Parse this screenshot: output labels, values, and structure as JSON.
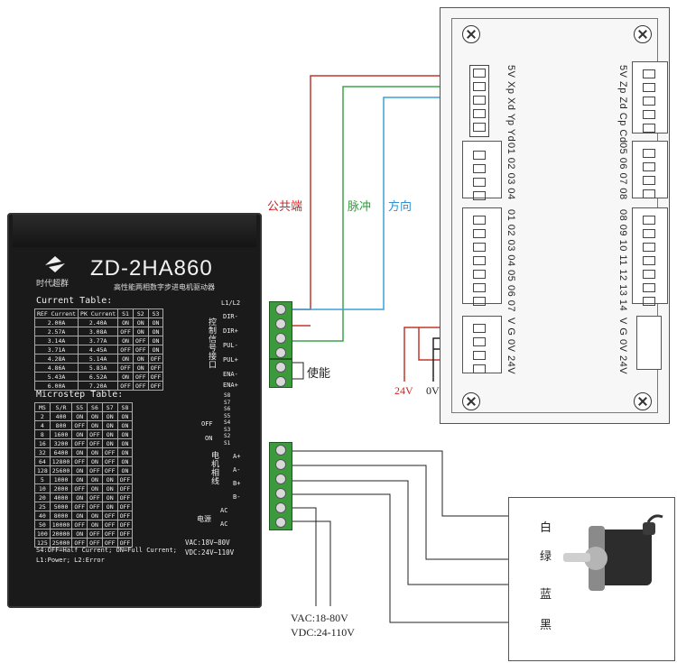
{
  "wire_labels": {
    "common": "公共端",
    "pulse": "脉冲",
    "direction": "方向",
    "enable": "使能",
    "v24": "24V",
    "v0": "0V",
    "supply_ac": "VAC:18-80V",
    "supply_dc": "VDC:24-110V"
  },
  "motor_wires": [
    "白",
    "绿",
    "蓝",
    "黑"
  ],
  "board": {
    "left_labels": [
      "5V Xp Xd Yp Yd",
      "01 02 03 04",
      "01 02 03 04 05 06 07",
      "V G 0V 24V"
    ],
    "right_labels": [
      "5V Zp Zd Cp Cd",
      "05 06 07 08",
      "08 09 10 11 12 13 14",
      "V G 0V 24V"
    ]
  },
  "driver": {
    "brand": "时代超群",
    "model": "ZD-2HA860",
    "subtitle": "高性能两相数字步进电机驱动器",
    "current_title": "Current Table:",
    "current_headers": [
      "REF Current",
      "PK Current",
      "S1",
      "S2",
      "S3"
    ],
    "current_rows": [
      [
        "2.00A",
        "2.40A",
        "ON",
        "ON",
        "ON"
      ],
      [
        "2.57A",
        "3.08A",
        "OFF",
        "ON",
        "ON"
      ],
      [
        "3.14A",
        "3.77A",
        "ON",
        "OFF",
        "ON"
      ],
      [
        "3.71A",
        "4.45A",
        "OFF",
        "OFF",
        "ON"
      ],
      [
        "4.28A",
        "5.14A",
        "ON",
        "ON",
        "OFF"
      ],
      [
        "4.86A",
        "5.83A",
        "OFF",
        "ON",
        "OFF"
      ],
      [
        "5.43A",
        "6.52A",
        "ON",
        "OFF",
        "OFF"
      ],
      [
        "6.00A",
        "7.20A",
        "OFF",
        "OFF",
        "OFF"
      ]
    ],
    "micro_title": "Microstep Table:",
    "micro_headers": [
      "MS",
      "S/R",
      "S5",
      "S6",
      "S7",
      "S8"
    ],
    "micro_rows": [
      [
        "2",
        "400",
        "ON",
        "ON",
        "ON",
        "ON"
      ],
      [
        "4",
        "800",
        "OFF",
        "ON",
        "ON",
        "ON"
      ],
      [
        "8",
        "1600",
        "ON",
        "OFF",
        "ON",
        "ON"
      ],
      [
        "16",
        "3200",
        "OFF",
        "OFF",
        "ON",
        "ON"
      ],
      [
        "32",
        "6400",
        "ON",
        "ON",
        "OFF",
        "ON"
      ],
      [
        "64",
        "12800",
        "OFF",
        "ON",
        "OFF",
        "ON"
      ],
      [
        "128",
        "25600",
        "ON",
        "OFF",
        "OFF",
        "ON"
      ],
      [
        "5",
        "1000",
        "ON",
        "ON",
        "ON",
        "OFF"
      ],
      [
        "10",
        "2000",
        "OFF",
        "ON",
        "ON",
        "OFF"
      ],
      [
        "20",
        "4000",
        "ON",
        "OFF",
        "ON",
        "OFF"
      ],
      [
        "25",
        "5000",
        "OFF",
        "OFF",
        "ON",
        "OFF"
      ],
      [
        "40",
        "8000",
        "ON",
        "ON",
        "OFF",
        "OFF"
      ],
      [
        "50",
        "10000",
        "OFF",
        "ON",
        "OFF",
        "OFF"
      ],
      [
        "100",
        "20000",
        "ON",
        "OFF",
        "OFF",
        "OFF"
      ],
      [
        "125",
        "25000",
        "OFF",
        "OFF",
        "OFF",
        "OFF"
      ]
    ],
    "note1": "S4:OFF=Half Current; ON=Full Current;",
    "note2": "L1:Power;  L2:Error",
    "l1l2": "L1/L2",
    "signal_pins": [
      "DIR-",
      "DIR+",
      "PUL-",
      "PUL+",
      "ENA-",
      "ENA+"
    ],
    "signal_group": "控制信号接口",
    "switch_labels": [
      "S8",
      "S7",
      "S6",
      "S5",
      "S4",
      "S3",
      "S2",
      "S1"
    ],
    "off_label": "OFF",
    "on_label": "ON",
    "motor_pins": [
      "A+",
      "A-",
      "B+",
      "B-"
    ],
    "motor_group": "电机相线",
    "power_pins": [
      "AC",
      "AC"
    ],
    "power_group": "电源",
    "vac": "VAC:18V~80V",
    "vdc": "VDC:24V~110V"
  },
  "colors": {
    "common_wire": "#c0392b",
    "pulse_wire": "#3fa34d",
    "direction_wire": "#3aa0d8",
    "black_wire": "#222222",
    "text_red": "#d22020",
    "text_green": "#2e9a3a",
    "text_blue": "#2f8fd0"
  }
}
